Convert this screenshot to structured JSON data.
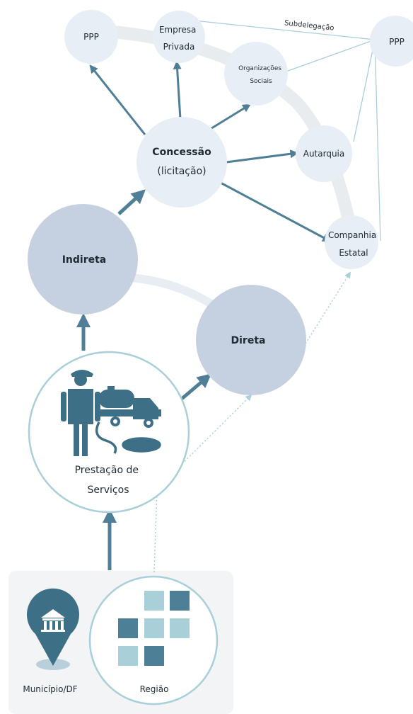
{
  "nodes": {
    "ppp_left": "PPP",
    "empresa_privada": [
      "Empresa",
      "Privada"
    ],
    "organizacoes_sociais": [
      "Organizações",
      "Sociais"
    ],
    "ppp_right": "PPP",
    "concessao_title": "Concessão",
    "concessao_sub": "(licitação)",
    "autarquia": "Autarquia",
    "companhia_estatal": [
      "Companhia",
      "Estatal"
    ],
    "indireta": "Indireta",
    "direta": "Direta",
    "prestacao": [
      "Prestação de",
      "Serviços"
    ],
    "municipio": "Município/DF",
    "regiao": "Região"
  },
  "edge_labels": {
    "subdelegacao": "Subdelegação"
  },
  "colors": {
    "node_fill": "#e8eef6",
    "node_dark": "#c5d1e0",
    "arrow": "#4f7f96",
    "light_line": "#a9cfd9",
    "icon": "#3d6f86",
    "square_dark": "#4d7f96",
    "square_light": "#a9cfd9",
    "panel": "#f2f4f6"
  }
}
